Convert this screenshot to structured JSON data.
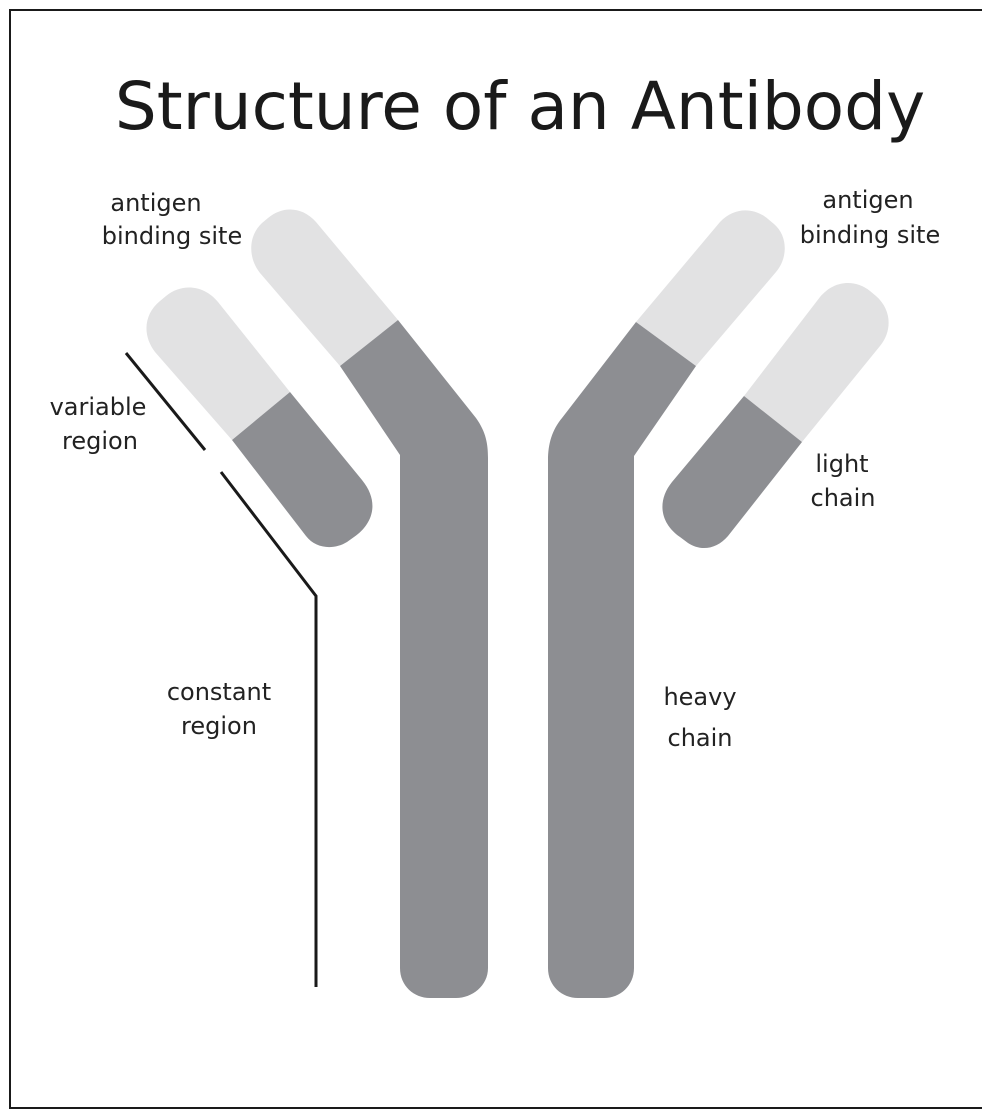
{
  "title": "Structure of an Antibody",
  "labels": {
    "antigen_binding_site_left": [
      "antigen",
      "binding site"
    ],
    "antigen_binding_site_right": [
      "antigen",
      "binding site"
    ],
    "variable_region": [
      "variable",
      "region"
    ],
    "constant_region": [
      "constant",
      "region"
    ],
    "light_chain": [
      "light",
      "chain"
    ],
    "heavy_chain": [
      "heavy",
      "chain"
    ]
  },
  "colors": {
    "variable_region": "#e2e2e3",
    "constant_region": "#8d8e92",
    "line": "#1a1a1a",
    "text": "#222222"
  }
}
